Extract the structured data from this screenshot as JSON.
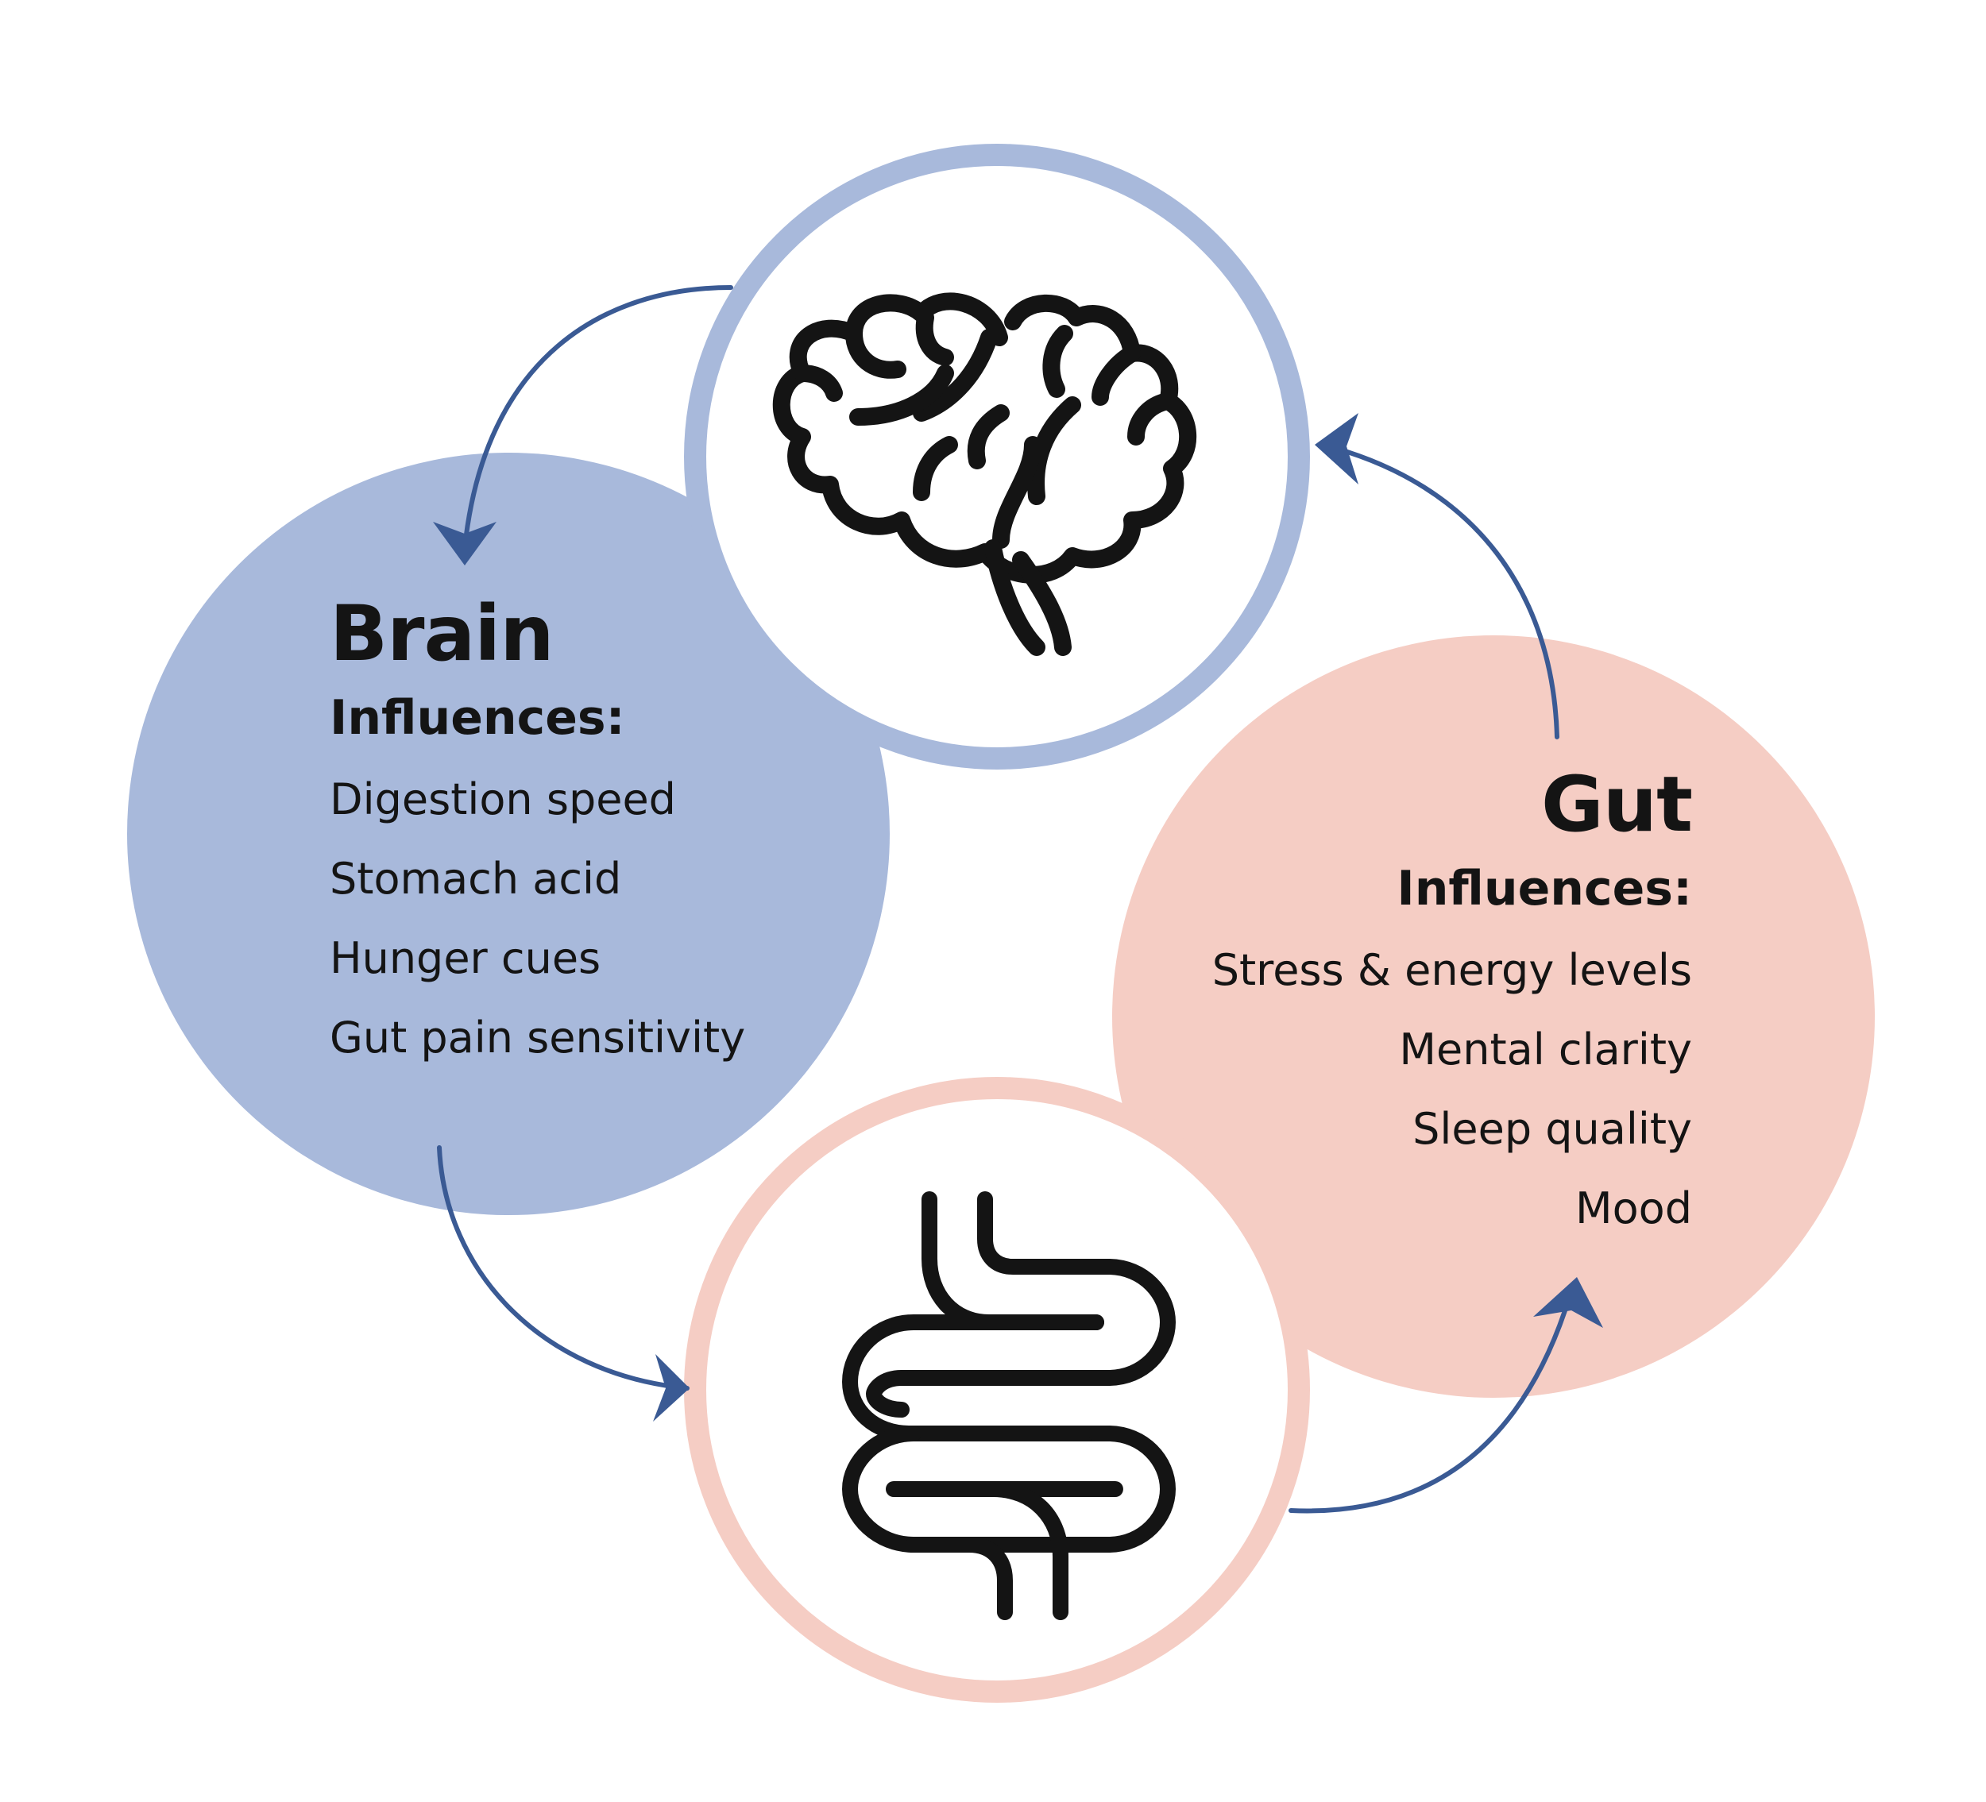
{
  "colors": {
    "brain_fill": "#a8b9db",
    "gut_fill": "#f5cdc4",
    "brain_ring": "#a8b9db",
    "gut_ring": "#f5cdc4",
    "arrow": "#3a5a94",
    "icon_stroke": "#141414"
  },
  "icons": {
    "top": "brain-icon",
    "bottom": "intestine-icon"
  },
  "brain": {
    "title": "Brain",
    "subtitle": "Influences:",
    "items": [
      "Digestion speed",
      "Stomach acid",
      "Hunger cues",
      "Gut pain sensitivity"
    ]
  },
  "gut": {
    "title": "Gut",
    "subtitle": "Influences:",
    "items": [
      "Stress & energy levels",
      "Mental clarity",
      "Sleep quality",
      "Mood"
    ]
  }
}
